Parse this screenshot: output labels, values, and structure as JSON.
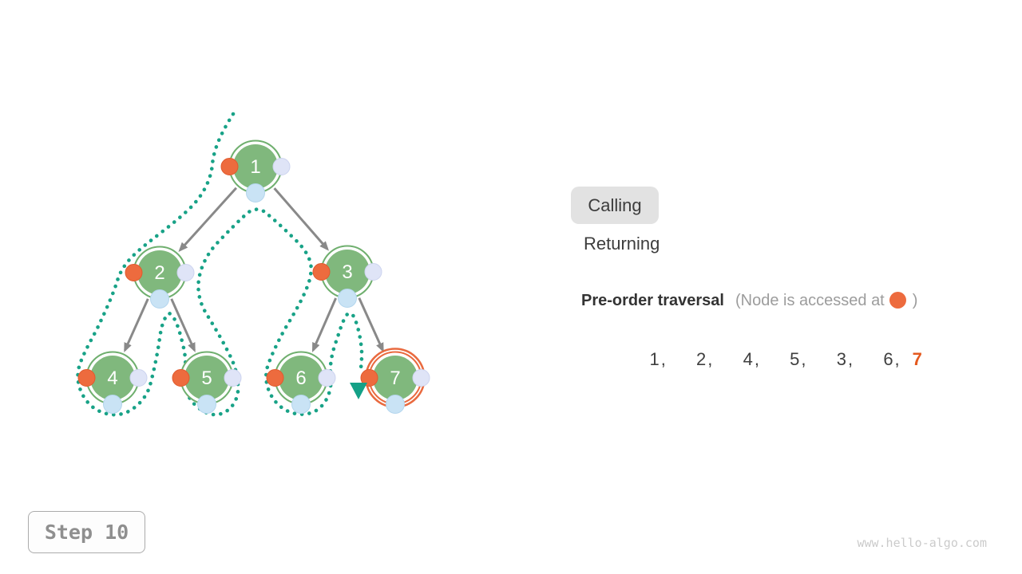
{
  "legend": {
    "calling_label": "Calling",
    "returning_label": "Returning",
    "active_state": "Calling"
  },
  "traversal": {
    "title": "Pre-order traversal",
    "note_prefix": "(Node is accessed at",
    "note_suffix": ")",
    "sequence": [
      1,
      2,
      4,
      5,
      3,
      6,
      7
    ],
    "sequence_done_text": "1,  2,  4,  5,  3,  6,",
    "sequence_current": "7"
  },
  "tree": {
    "nodes": [
      {
        "label": "1"
      },
      {
        "label": "2"
      },
      {
        "label": "3"
      },
      {
        "label": "4"
      },
      {
        "label": "5"
      },
      {
        "label": "6"
      },
      {
        "label": "7"
      }
    ],
    "edges": [
      [
        1,
        2
      ],
      [
        1,
        3
      ],
      [
        2,
        4
      ],
      [
        2,
        5
      ],
      [
        3,
        6
      ],
      [
        3,
        7
      ]
    ],
    "highlighted_node": "7"
  },
  "step": {
    "label": "Step 10"
  },
  "watermark": "www.hello-algo.com",
  "colors": {
    "node_green": "#80b87d",
    "node_ring_green": "#6faf6e",
    "access_orange": "#ed6b3e",
    "highlight_ring_orange": "#e96a3f",
    "current_text_orange": "#e4591e",
    "return_lavender": "#dfe4f7",
    "bottom_blue": "#c9e3f5",
    "path_teal": "#18a287",
    "edge_gray": "#898989"
  }
}
